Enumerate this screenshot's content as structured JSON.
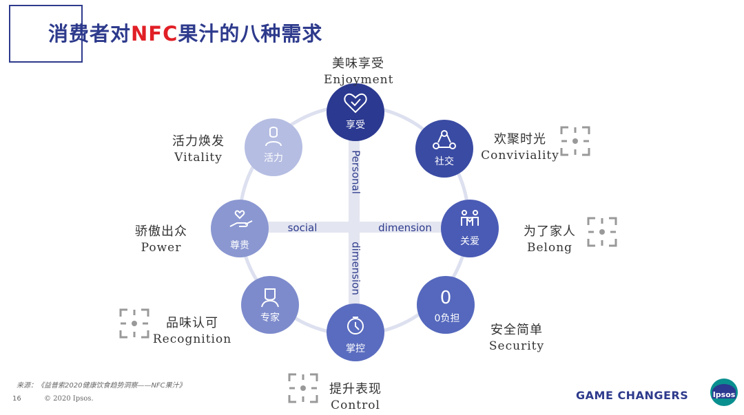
{
  "title": {
    "pre": "消费者对",
    "highlight": "NFC",
    "post": "果汁的八种需求"
  },
  "axes": {
    "personal": "Personal",
    "social": "social",
    "dimension_h": "dimension",
    "dimension_v": "dimension"
  },
  "nodes": {
    "enjoyment": {
      "text": "享受",
      "zh": "美味享受",
      "en": "Enjoyment",
      "color": "#2b3990"
    },
    "conviviality": {
      "text": "社交",
      "zh": "欢聚时光",
      "en": "Conviviality",
      "color": "#3a4ba3"
    },
    "belong": {
      "text": "关爱",
      "zh": "为了家人",
      "en": "Belong",
      "color": "#4a5bb5"
    },
    "security": {
      "text": "0负担",
      "zero": "0",
      "zh": "安全简单",
      "en": "Security",
      "color": "#5568bd"
    },
    "control": {
      "text": "掌控",
      "zh": "提升表现",
      "en": "Control",
      "color": "#5a6cbf"
    },
    "recognition": {
      "text": "专家",
      "zh": "品味认可",
      "en": "Recognition",
      "color": "#7d8bcc"
    },
    "power": {
      "text": "尊贵",
      "zh": "骄傲出众",
      "en": "Power",
      "color": "#8a97d1"
    },
    "vitality": {
      "text": "活力",
      "zh": "活力焕发",
      "en": "Vitality",
      "color": "#b5bde2"
    }
  },
  "footer": {
    "source": "来源：《益普索2020健康饮食趋势洞察——NFC果汁》",
    "page": "16",
    "copyright": "© 2020 Ipsos.",
    "brand": "GAME CHANGERS",
    "logo": "Ipsos"
  }
}
